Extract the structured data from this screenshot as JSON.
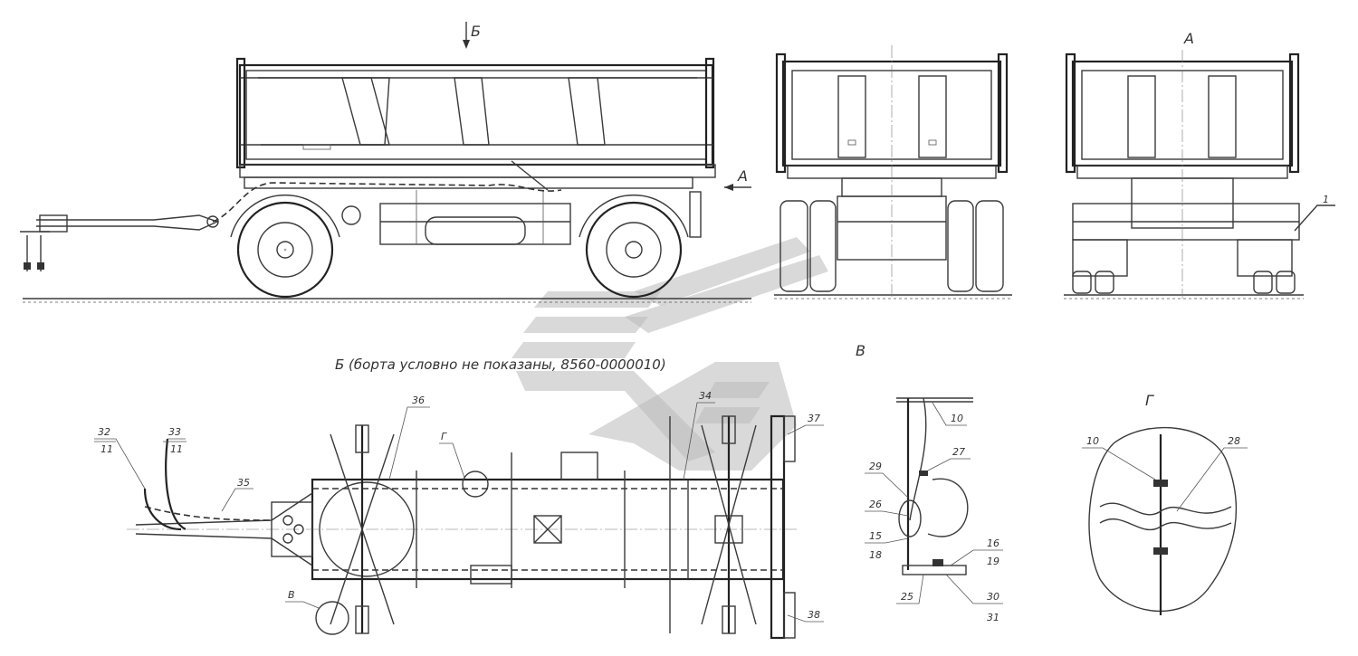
{
  "views": {
    "side_arrow_label": "Б",
    "rear_arrow_label": "А",
    "rear_view_title": "А",
    "plan_caption": "Б (борта условно не показаны, 8560-0000010)",
    "detail_v_title": "В",
    "detail_g_title": "Г",
    "plan_detail_v_ref": "В",
    "plan_detail_g_ref": "Г"
  },
  "callouts": {
    "rear": {
      "p1": "1"
    },
    "plan": {
      "p32": "32",
      "p11a": "11",
      "p33": "33",
      "p11b": "11",
      "p35": "35",
      "p36": "36",
      "p34": "34",
      "p37": "37",
      "p38": "38"
    },
    "detail_v": {
      "p10": "10",
      "p27": "27",
      "p29": "29",
      "p26": "26",
      "p15": "15",
      "p18": "18",
      "p16": "16",
      "p19": "19",
      "p25": "25",
      "p30": "30",
      "p31": "31"
    },
    "detail_g": {
      "p10": "10",
      "p28": "28"
    }
  },
  "colors": {
    "line": "#3a3a3a",
    "watermark": "#b9b9b9"
  }
}
